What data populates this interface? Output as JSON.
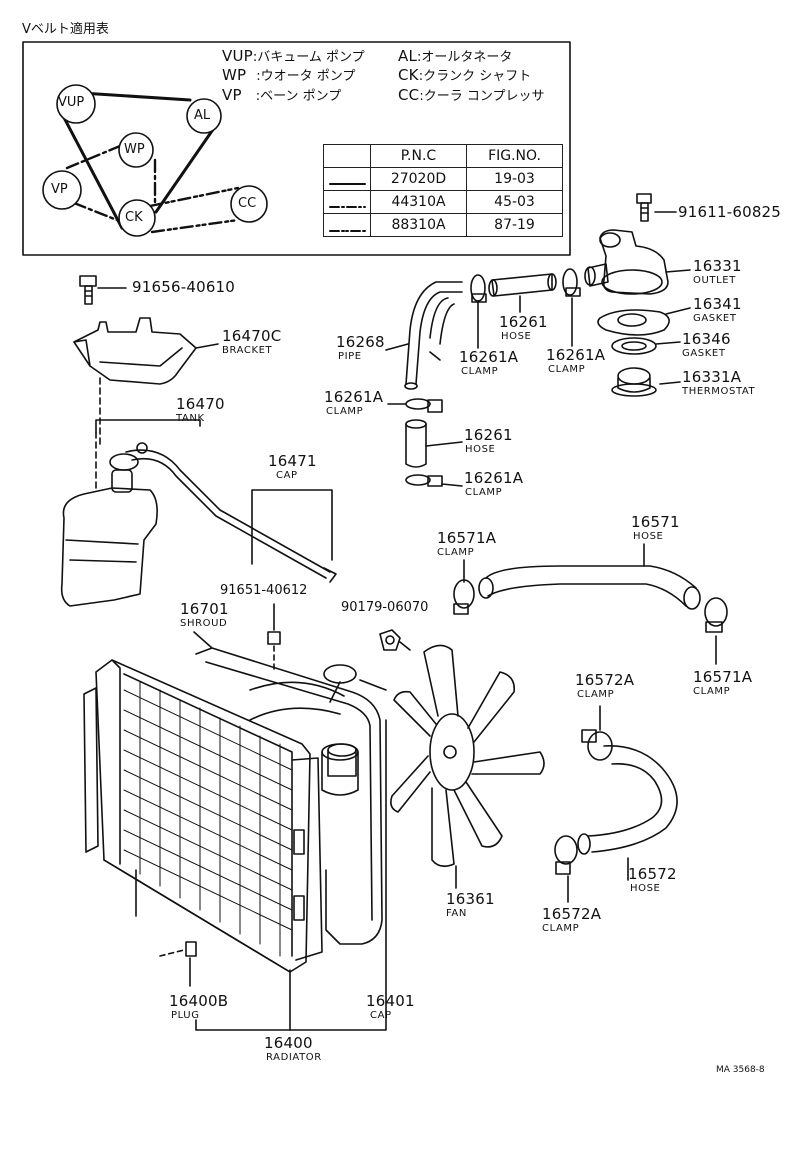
{
  "belt_box": {
    "title": "Vベルト適用表",
    "pulleys": [
      {
        "code": "VUP"
      },
      {
        "code": "AL"
      },
      {
        "code": "WP"
      },
      {
        "code": "VP"
      },
      {
        "code": "CK"
      },
      {
        "code": "CC"
      }
    ],
    "legend": [
      {
        "code": "VUP",
        "name": ":バキューム ポンプ"
      },
      {
        "code": "AL",
        "name": ":オールタネータ"
      },
      {
        "code": "WP",
        "name": ":ウオータ ポンプ"
      },
      {
        "code": "CK",
        "name": ":クランク シャフト"
      },
      {
        "code": "VP",
        "name": ":ベーン ポンプ"
      },
      {
        "code": "CC",
        "name": ":クーラ コンプレッサ"
      }
    ],
    "table": {
      "headers": [
        "",
        "P.N.C",
        "FIG.NO."
      ],
      "rows": [
        {
          "pnc": "27020D",
          "fig": "19-03",
          "line": "solid"
        },
        {
          "pnc": "44310A",
          "fig": "45-03",
          "line": "dash-dot"
        },
        {
          "pnc": "88310A",
          "fig": "87-19",
          "line": "dash-dot-dot"
        }
      ]
    }
  },
  "parts": {
    "p91611": {
      "num": "91611-60825"
    },
    "p16331": {
      "num": "16331",
      "name": "OUTLET"
    },
    "p16341": {
      "num": "16341",
      "name": "GASKET"
    },
    "p16346": {
      "num": "16346",
      "name": "GASKET"
    },
    "p16331A": {
      "num": "16331A",
      "name": "THERMOSTAT"
    },
    "p91656": {
      "num": "91656-40610"
    },
    "p16470C": {
      "num": "16470C",
      "name": "BRACKET"
    },
    "p16268": {
      "num": "16268",
      "name": "PIPE"
    },
    "p16261_top": {
      "num": "16261",
      "name": "HOSE"
    },
    "p16261A_a": {
      "num": "16261A",
      "name": "CLAMP"
    },
    "p16261A_b": {
      "num": "16261A",
      "name": "CLAMP"
    },
    "p16261A_c": {
      "num": "16261A",
      "name": "CLAMP"
    },
    "p16261_mid": {
      "num": "16261",
      "name": "HOSE"
    },
    "p16261A_d": {
      "num": "16261A",
      "name": "CLAMP"
    },
    "p16470": {
      "num": "16470",
      "name": "TANK"
    },
    "p16471": {
      "num": "16471",
      "name": "CAP"
    },
    "p16571A_a": {
      "num": "16571A",
      "name": "CLAMP"
    },
    "p16571": {
      "num": "16571",
      "name": "HOSE"
    },
    "p91651": {
      "num": "91651-40612"
    },
    "p90179": {
      "num": "90179-06070"
    },
    "p16701": {
      "num": "16701",
      "name": "SHROUD"
    },
    "p16571A_b": {
      "num": "16571A",
      "name": "CLAMP"
    },
    "p16572A_a": {
      "num": "16572A",
      "name": "CLAMP"
    },
    "p16361": {
      "num": "16361",
      "name": "FAN"
    },
    "p16572": {
      "num": "16572",
      "name": "HOSE"
    },
    "p16572A_b": {
      "num": "16572A",
      "name": "CLAMP"
    },
    "p16400B": {
      "num": "16400B",
      "name": "PLUG"
    },
    "p16401": {
      "num": "16401",
      "name": "CAP"
    },
    "p16400": {
      "num": "16400",
      "name": "RADIATOR"
    }
  },
  "footer_code": "MA 3568-8"
}
